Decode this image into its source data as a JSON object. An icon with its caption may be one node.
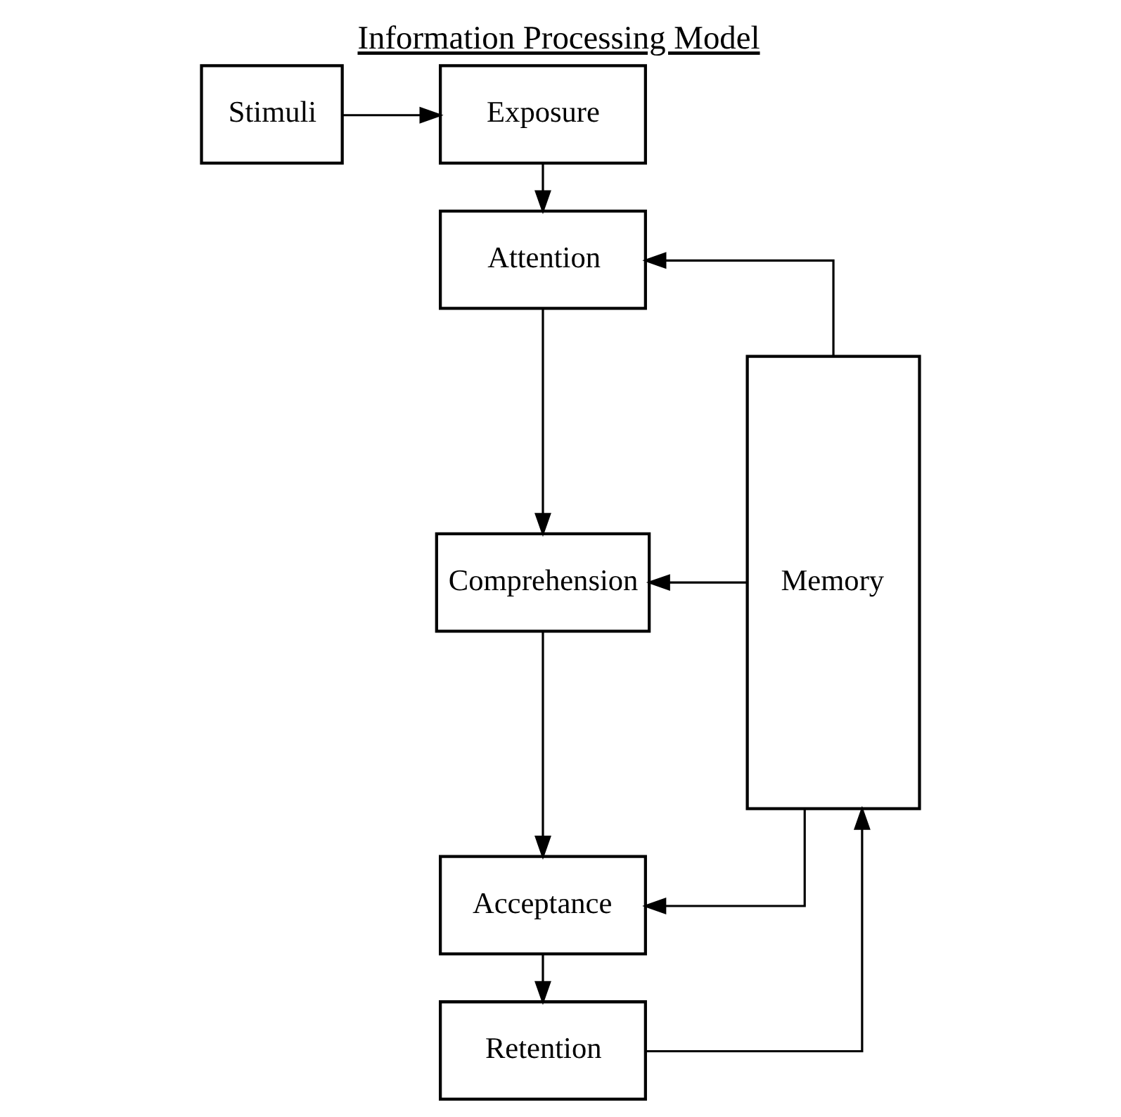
{
  "diagram": {
    "title": "Information Processing Model",
    "nodes": [
      {
        "text": [
          "Stimuli"
        ]
      },
      {
        "text": [
          "Exposure"
        ]
      },
      {
        "text": [
          "Attention"
        ]
      },
      {
        "text": [
          "Comprehension"
        ]
      },
      {
        "text": [
          "Acceptance"
        ]
      },
      {
        "text": [
          "Retention"
        ]
      },
      {
        "text": [
          "Memory"
        ]
      }
    ],
    "edges": [
      {
        "from": 0,
        "to": 1,
        "arrow": "to"
      },
      {
        "from": 1,
        "to": 2,
        "arrow": "to"
      },
      {
        "from": 2,
        "to": 3,
        "arrow": "to"
      },
      {
        "from": 3,
        "to": 4,
        "arrow": "to"
      },
      {
        "from": 4,
        "to": 5,
        "arrow": "to"
      },
      {
        "from": 6,
        "to": 2,
        "arrow": "to"
      },
      {
        "from": 6,
        "to": 3,
        "arrow": "to"
      },
      {
        "from": 6,
        "to": 4,
        "arrow": "to"
      },
      {
        "from": 5,
        "to": 6,
        "arrow": "to"
      }
    ]
  }
}
